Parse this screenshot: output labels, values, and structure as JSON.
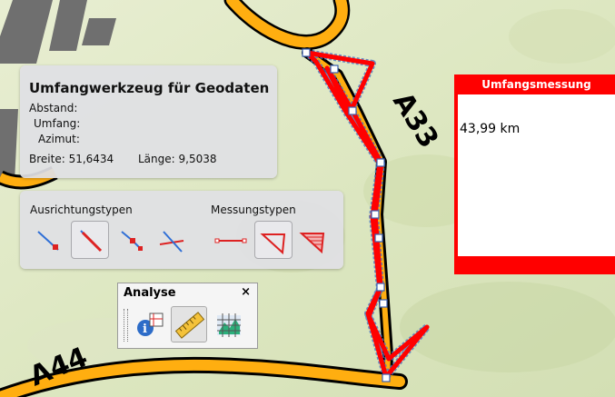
{
  "map": {
    "road_labels": [
      "A33",
      "A44"
    ],
    "colors": {
      "terrain": "#e4ecca",
      "road_fill": "#ffae10",
      "road_casing": "#000000",
      "measure_line": "#ff0000"
    }
  },
  "info_panel": {
    "title": "Umfangwerkzeug für Geodaten",
    "distance_label": "Abstand:",
    "perimeter_label": "Umfang:",
    "azimuth_label": "Azimut:",
    "latitude": "Breite: 51,6434",
    "longitude": "Länge: 9,5038"
  },
  "tools_panel": {
    "alignment_types_label": "Ausrichtungstypen",
    "measurement_types_label": "Messungstypen",
    "alignment_tools": [
      {
        "icon": "align-diagonal-icon",
        "active": false
      },
      {
        "icon": "align-diagonal-bold-icon",
        "active": true
      },
      {
        "icon": "align-segmented-icon",
        "active": false
      },
      {
        "icon": "align-crossing-icon",
        "active": false
      }
    ],
    "measurement_tools": [
      {
        "icon": "measure-line-icon",
        "active": false
      },
      {
        "icon": "measure-triangle-icon",
        "active": true
      },
      {
        "icon": "measure-area-icon",
        "active": false
      }
    ]
  },
  "analyse_panel": {
    "title": "Analyse",
    "close": "×",
    "tools": [
      {
        "icon": "identify-info-icon",
        "active": false
      },
      {
        "icon": "ruler-icon",
        "active": true
      },
      {
        "icon": "grid-map-icon",
        "active": false
      }
    ]
  },
  "result_panel": {
    "title": "Umfangsmessung",
    "value": "43,99 km"
  }
}
